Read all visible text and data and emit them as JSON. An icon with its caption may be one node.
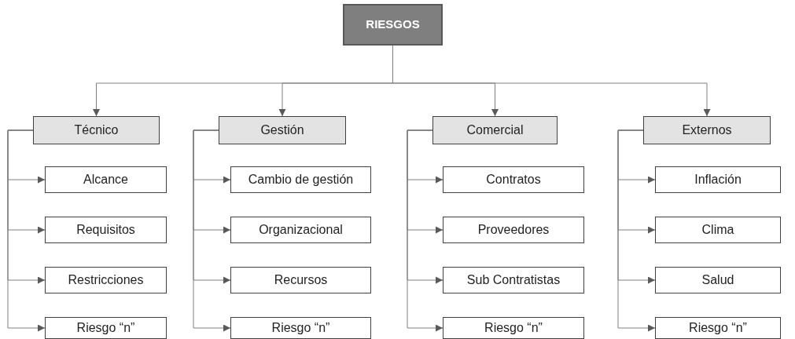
{
  "diagram": {
    "nodes": [
      {
        "text": [
          "RIESGOS"
        ]
      },
      {
        "text": [
          "Técnico"
        ]
      },
      {
        "text": [
          "Gestión"
        ]
      },
      {
        "text": [
          "Comercial"
        ]
      },
      {
        "text": [
          "Externos"
        ]
      },
      {
        "text": [
          "Alcance"
        ]
      },
      {
        "text": [
          "Requisitos"
        ]
      },
      {
        "text": [
          "Restricciones"
        ]
      },
      {
        "text": [
          "Riesgo “n”"
        ]
      },
      {
        "text": [
          "Cambio de gestión"
        ]
      },
      {
        "text": [
          "Organizacional"
        ]
      },
      {
        "text": [
          "Recursos"
        ]
      },
      {
        "text": [
          "Riesgo “n”"
        ]
      },
      {
        "text": [
          "Contratos"
        ]
      },
      {
        "text": [
          "Proveedores"
        ]
      },
      {
        "text": [
          "Sub Contratistas"
        ]
      },
      {
        "text": [
          "Riesgo “n”"
        ]
      },
      {
        "text": [
          "Inflación"
        ]
      },
      {
        "text": [
          "Clima"
        ]
      },
      {
        "text": [
          "Salud"
        ]
      },
      {
        "text": [
          "Riesgo “n”"
        ]
      }
    ],
    "edges": [
      {
        "from": 0,
        "to": 1,
        "arrow": "to"
      },
      {
        "from": 0,
        "to": 2,
        "arrow": "to"
      },
      {
        "from": 0,
        "to": 3,
        "arrow": "to"
      },
      {
        "from": 0,
        "to": 4,
        "arrow": "to"
      },
      {
        "from": 1,
        "to": 5,
        "arrow": "to"
      },
      {
        "from": 1,
        "to": 6,
        "arrow": "to"
      },
      {
        "from": 1,
        "to": 7,
        "arrow": "to"
      },
      {
        "from": 1,
        "to": 8,
        "arrow": "to"
      },
      {
        "from": 2,
        "to": 9,
        "arrow": "to"
      },
      {
        "from": 2,
        "to": 10,
        "arrow": "to"
      },
      {
        "from": 2,
        "to": 11,
        "arrow": "to"
      },
      {
        "from": 2,
        "to": 12,
        "arrow": "to"
      },
      {
        "from": 3,
        "to": 13,
        "arrow": "to"
      },
      {
        "from": 3,
        "to": 14,
        "arrow": "to"
      },
      {
        "from": 3,
        "to": 15,
        "arrow": "to"
      },
      {
        "from": 3,
        "to": 16,
        "arrow": "to"
      },
      {
        "from": 4,
        "to": 17,
        "arrow": "to"
      },
      {
        "from": 4,
        "to": 18,
        "arrow": "to"
      },
      {
        "from": 4,
        "to": 19,
        "arrow": "to"
      },
      {
        "from": 4,
        "to": 20,
        "arrow": "to"
      }
    ]
  }
}
